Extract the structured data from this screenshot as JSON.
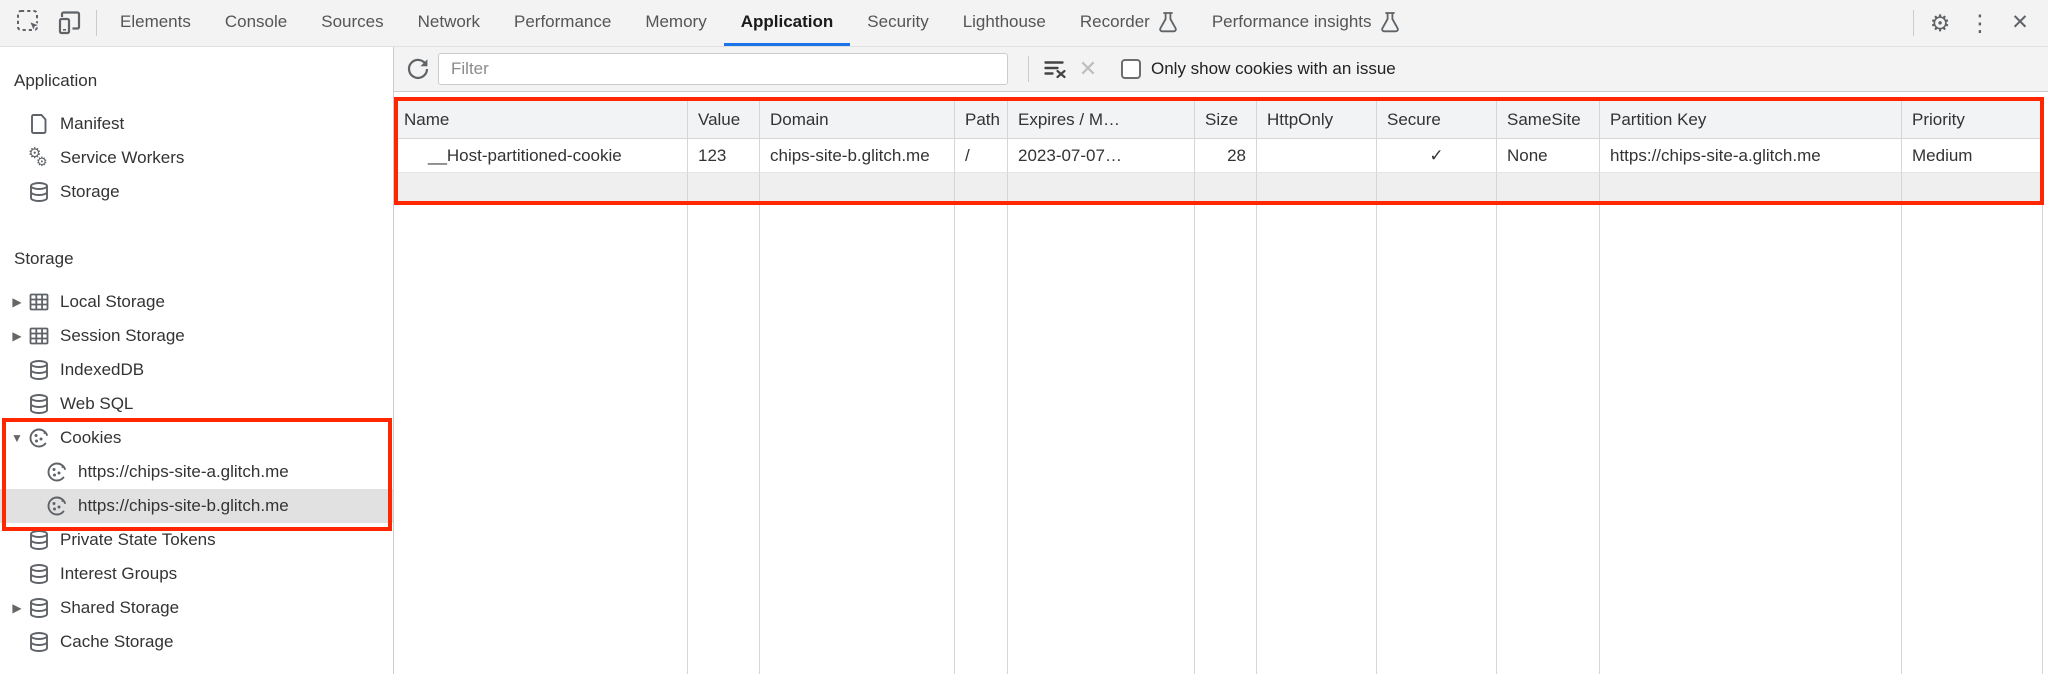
{
  "colors": {
    "annotation_red": "#ff2600",
    "active_tab_underline": "#1a73e8"
  },
  "tabbar": {
    "active_tab": "Application",
    "tabs": [
      {
        "label": "Elements"
      },
      {
        "label": "Console"
      },
      {
        "label": "Sources"
      },
      {
        "label": "Network"
      },
      {
        "label": "Performance"
      },
      {
        "label": "Memory"
      },
      {
        "label": "Application"
      },
      {
        "label": "Security"
      },
      {
        "label": "Lighthouse"
      },
      {
        "label": "Recorder",
        "icon": "flask-icon"
      },
      {
        "label": "Performance insights",
        "icon": "flask-icon"
      }
    ],
    "right_icons": [
      {
        "name": "gear-icon",
        "glyph": "⚙"
      },
      {
        "name": "more-vertical-icon",
        "glyph": "⋮"
      },
      {
        "name": "close-icon",
        "glyph": "✕"
      }
    ]
  },
  "sidebar": {
    "sections": [
      {
        "title": "Application",
        "items": [
          {
            "label": "Manifest",
            "icon": "file-icon"
          },
          {
            "label": "Service Workers",
            "icon": "gears-icon"
          },
          {
            "label": "Storage",
            "icon": "database-icon"
          }
        ]
      },
      {
        "title": "Storage",
        "items": [
          {
            "label": "Local Storage",
            "icon": "grid-icon",
            "arrow": "collapsed"
          },
          {
            "label": "Session Storage",
            "icon": "grid-icon",
            "arrow": "collapsed"
          },
          {
            "label": "IndexedDB",
            "icon": "database-icon"
          },
          {
            "label": "Web SQL",
            "icon": "database-icon"
          },
          {
            "label": "Cookies",
            "icon": "cookie-icon",
            "arrow": "expanded",
            "children": [
              {
                "label": "https://chips-site-a.glitch.me",
                "icon": "cookie-icon"
              },
              {
                "label": "https://chips-site-b.glitch.me",
                "icon": "cookie-icon",
                "selected": true
              }
            ]
          },
          {
            "label": "Private State Tokens",
            "icon": "database-icon"
          },
          {
            "label": "Interest Groups",
            "icon": "database-icon"
          },
          {
            "label": "Shared Storage",
            "icon": "database-icon",
            "arrow": "collapsed"
          },
          {
            "label": "Cache Storage",
            "icon": "database-icon"
          }
        ]
      }
    ],
    "arrows": {
      "collapsed": "▶",
      "expanded": "▼"
    }
  },
  "toolbar": {
    "refresh_icon": "refresh-icon",
    "filter_placeholder": "Filter",
    "filter_value": "",
    "clear_filter_icon": "clear-filter-icon",
    "clear_disabled_glyph": "✕",
    "checkbox_checked": false,
    "checkbox_label": "Only show cookies with an issue"
  },
  "cookie_table": {
    "columns": [
      "Name",
      "Value",
      "Domain",
      "Path",
      "Expires / M…",
      "Size",
      "HttpOnly",
      "Secure",
      "SameSite",
      "Partition Key",
      "Priority"
    ],
    "rows": [
      {
        "name": "__Host-partitioned-cookie",
        "value": "123",
        "domain": "chips-site-b.glitch.me",
        "path": "/",
        "expires": "2023-07-07…",
        "size": "28",
        "http_only": "",
        "secure": "✓",
        "same_site": "None",
        "partition_key": "https://chips-site-a.glitch.me",
        "priority": "Medium"
      }
    ]
  }
}
